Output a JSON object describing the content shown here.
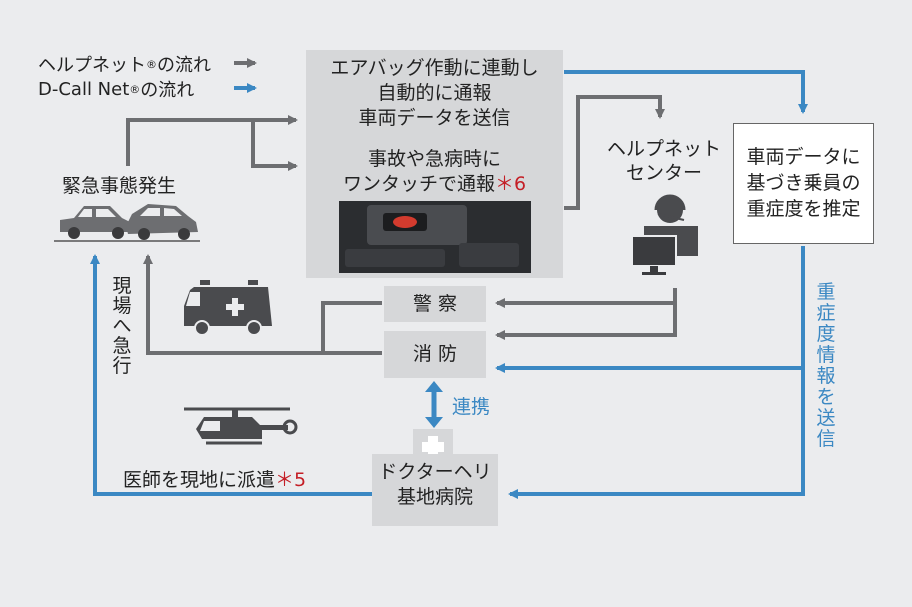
{
  "legend": {
    "helpnet": "ヘルプネット",
    "helpnet_reg": "®",
    "helpnet_suffix": "の流れ",
    "dcall": "D-Call Net",
    "dcall_reg": "®",
    "dcall_suffix": "の流れ"
  },
  "emergency": "緊急事態発生",
  "airbag": {
    "line1": "エアバッグ作動に連動し",
    "line2": "自動的に通報",
    "line3": "車両データを送信"
  },
  "onetouch": {
    "line1": "事故や急病時に",
    "line2": "ワンタッチで通報",
    "note": "＊6"
  },
  "center": {
    "line1": "ヘルプネット",
    "line2": "センター"
  },
  "estimate": {
    "line1": "車両データに",
    "line2": "基づき乗員の",
    "line3": "重症度を推定"
  },
  "send_info": [
    "重",
    "症",
    "度",
    "情",
    "報",
    "を",
    "送",
    "信"
  ],
  "police": "警 察",
  "fire": "消 防",
  "rush": [
    "現",
    "場",
    "へ",
    "急",
    "行"
  ],
  "coop": "連携",
  "doctor_heli": {
    "line1": "ドクターヘリ",
    "line2": "基地病院"
  },
  "dispatch": "医師を現地に派遣",
  "dispatch_note": "＊5",
  "colors": {
    "gray_arrow": "#6d6e71",
    "blue_arrow": "#3b88c3",
    "note_red": "#c41e26"
  },
  "icons": [
    "crashed-cars-icon",
    "ambulance-icon",
    "helicopter-icon",
    "operator-icon",
    "sos-button-photo",
    "hospital-cross-icon"
  ]
}
